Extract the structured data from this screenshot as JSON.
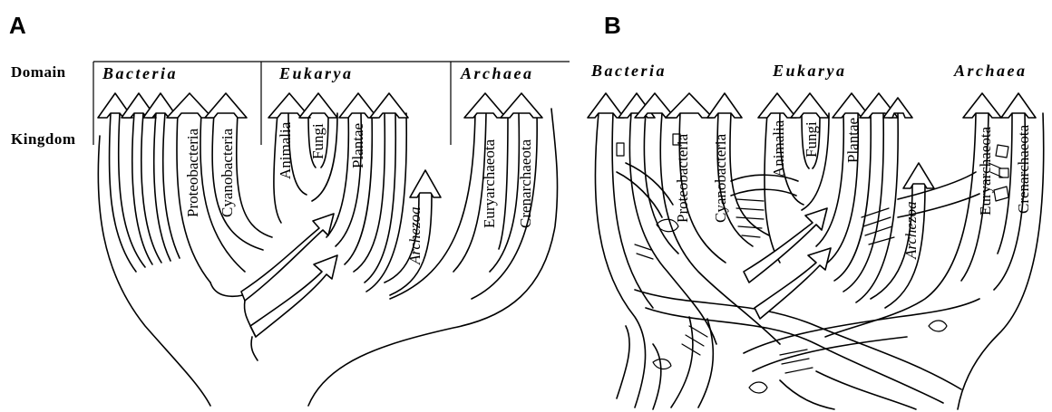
{
  "panels": {
    "a": {
      "letter": "A",
      "domain_row_label": "Domain",
      "kingdom_row_label": "Kingdom",
      "domains": {
        "bacteria": "Bacteria",
        "eukarya": "Eukarya",
        "archaea": "Archaea"
      },
      "kingdoms": {
        "proteobacteria": "Proteobacteria",
        "cyanobacteria": "Cyanobacteria",
        "animalia": "Animalia",
        "fungi": "Fungi",
        "plantae": "Plantae",
        "archezoa": "Archezoa",
        "euryarchaeota": "Euryarchaeota",
        "crenarchaeota": "Crenarchaeota"
      }
    },
    "b": {
      "letter": "B",
      "domains": {
        "bacteria": "Bacteria",
        "eukarya": "Eukarya",
        "archaea": "Archaea"
      },
      "kingdoms": {
        "proteobacteria": "Proteobacteria",
        "cyanobacteria": "Cyanobacteria",
        "animalia": "Animalia",
        "fungi": "Fungi",
        "plantae": "Plantae",
        "archezoa": "Archezoa",
        "euryarchaeota": "Euryarchaeota",
        "crenarchaeota": "Crenarchaeota"
      }
    }
  }
}
